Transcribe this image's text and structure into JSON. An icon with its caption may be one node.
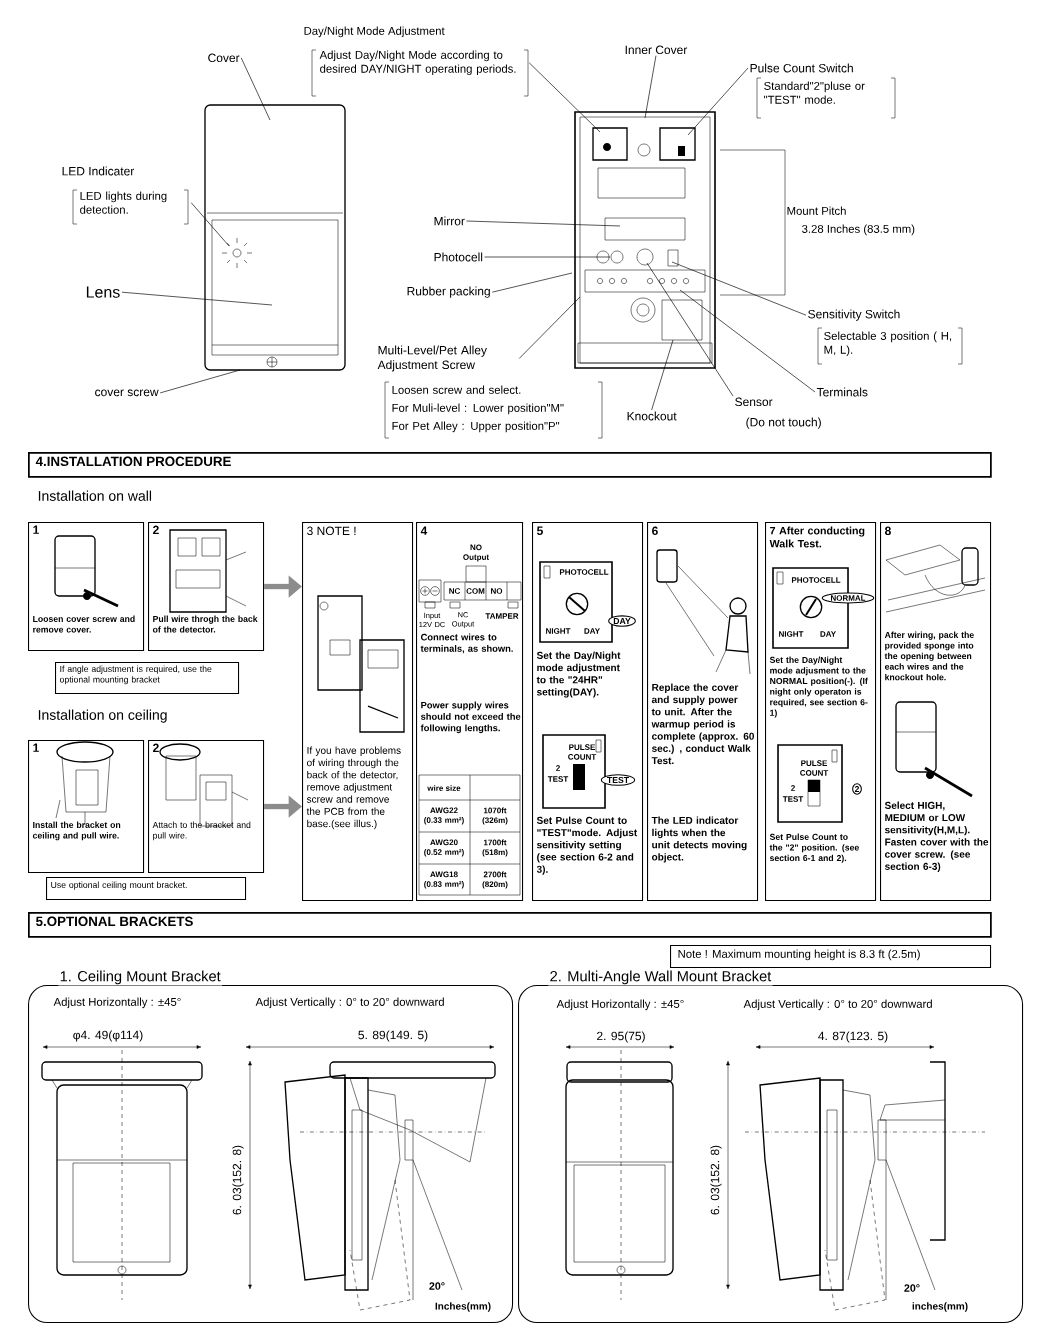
{
  "diagram": {
    "nodes": [
      {
        "text": [
          "Day/Night Mode Adjustment",
          "Adjust Day/Night Mode according to desired DAY/NIGHT operating periods."
        ]
      },
      {
        "text": [
          "Cover"
        ]
      },
      {
        "text": [
          "Inner Cover"
        ]
      },
      {
        "text": [
          "Pulse Count Switch",
          "Standard\"2\"pluse or \"TEST\" mode."
        ]
      },
      {
        "text": [
          "LED Indicater",
          "LED lights during detection."
        ]
      },
      {
        "text": [
          "Mirror"
        ]
      },
      {
        "text": [
          "Photocell"
        ]
      },
      {
        "text": [
          "Lens"
        ]
      },
      {
        "text": [
          "Rubber packing"
        ]
      },
      {
        "text": [
          "Sensitivity Switch",
          "Selectable 3 position ( H, M, L)."
        ]
      },
      {
        "text": [
          "Multi-Level/Pet Alley Adjustment Screw",
          "Loosen screw and select.",
          "For Muli-level : Lower position\"M\"",
          "For Pet Alley : Upper position\"P\""
        ]
      },
      {
        "text": [
          "Terminals"
        ]
      },
      {
        "text": [
          "cover screw"
        ]
      },
      {
        "text": [
          "Sensor",
          "(Do not touch)"
        ]
      },
      {
        "text": [
          "Knockout"
        ]
      },
      {
        "text": [
          "4.INSTALLATION PROCEDURE"
        ]
      },
      {
        "text": [
          "1",
          "Loosen cover screw and remove cover."
        ]
      },
      {
        "text": [
          "2",
          "Pull wire throgh the back of the detector."
        ]
      },
      {
        "text": [
          "If angle adjustment is required, use the optional mounting bracket"
        ]
      },
      {
        "text": [
          "1",
          "Install the bracket on ceiling and pull wire."
        ]
      },
      {
        "text": [
          "2",
          "Attach to the bracket and pull wire."
        ]
      },
      {
        "text": [
          "Use optional ceiling mount bracket."
        ]
      },
      {
        "text": [
          "3 NOTE !",
          "If you have problems of wiring through the back of the detector, remove adjustment screw and remove the PCB from the base.(see illus.)"
        ]
      },
      {
        "text": [
          "4",
          "Connect wires to terminals, as shown.",
          "Power supply wires should not exceed the following lengths."
        ]
      },
      {
        "text": [
          "5",
          "Set the Day/Night mode adjustment to the \"24HR\" setting(DAY).",
          "Set Pulse Count to \"TEST\"mode. Adjust sensitivity setting (see section 6-2 and 3)."
        ]
      },
      {
        "text": [
          "6",
          "Replace the cover and supply power to unit. After the warmup period is complete (approx. 60 sec.) , conduct Walk Test.",
          "The LED indicator lights when the unit detects moving object."
        ]
      },
      {
        "text": [
          "7 After conducting Walk Test.",
          "Set the Day/Night mode adjusment to the NORMAL position(-). (If night only operaton is required, see section 6-1)",
          "Set Pulse Count to the \"2\" position. (see section 6-1 and 2)."
        ]
      },
      {
        "text": [
          "8",
          "After wiring, pack the provided sponge into the opening between each wires and the knockout hole.",
          "Select HIGH, MEDIUM or LOW sensitivity(H,M,L). Fasten cover with the cover screw. (see section 6-3)"
        ]
      },
      {
        "text": [
          "5.OPTIONAL BRACKETS"
        ]
      },
      {
        "text": [
          "Note ! Maximum mounting height is 8.3 ft (2.5m)"
        ]
      },
      {
        "text": [
          "1. Ceiling Mount Bracket",
          "Adjust Horizontally : ±45°",
          "Adjust Vertically : 0° to 20° downward"
        ]
      },
      {
        "text": [
          "2. Multi-Angle Wall Mount Bracket",
          "Adjust Horizontally : ±45°",
          "Adjust Vertically : 0° to 20° downward"
        ]
      },
      {
        "text": [],
        "shape": "picture"
      },
      {
        "text": [],
        "shape": "picture"
      }
    ],
    "edges": [
      {
        "from": 0,
        "to": 33,
        "arrow": "none"
      },
      {
        "from": 1,
        "to": 32,
        "arrow": "none"
      },
      {
        "from": 2,
        "to": 33,
        "arrow": "none"
      },
      {
        "from": 3,
        "to": 33,
        "arrow": "none"
      },
      {
        "from": 4,
        "to": 32,
        "arrow": "none"
      },
      {
        "from": 5,
        "to": 33,
        "arrow": "none"
      },
      {
        "from": 6,
        "to": 33,
        "arrow": "none"
      },
      {
        "from": 7,
        "to": 32,
        "arrow": "none"
      },
      {
        "from": 8,
        "to": 33,
        "arrow": "none"
      },
      {
        "from": 9,
        "to": 33,
        "arrow": "none"
      },
      {
        "from": 10,
        "to": 33,
        "arrow": "none"
      },
      {
        "from": 11,
        "to": 33,
        "arrow": "none"
      },
      {
        "from": 12,
        "to": 32,
        "arrow": "none"
      },
      {
        "from": 13,
        "to": 33,
        "arrow": "none"
      },
      {
        "from": 14,
        "to": 33,
        "arrow": "none"
      },
      {
        "from": 17,
        "to": 22,
        "arrow": "to",
        "style": "thick",
        "color": "#8c8c8c"
      },
      {
        "from": 20,
        "to": 22,
        "arrow": "to",
        "style": "thick",
        "color": "#8c8c8c"
      }
    ],
    "labels": [
      "Mount Pitch",
      "3.28 Inches (83.5 mm)",
      "Installation on wall",
      "Installation on ceiling",
      "NO Output",
      "NC",
      "COM",
      "NO",
      "Input 12V DC",
      "NC Output",
      "TAMPER",
      "wire size",
      "AWG22 (0.33 mm²)",
      "1070ft (326m)",
      "AWG20 (0.52 mm²)",
      "1700ft (518m)",
      "AWG18 (0.83 mm²)",
      "2700ft (820m)",
      "PHOTOCELL",
      "NIGHT",
      "DAY",
      "DAY",
      "PULSE COUNT",
      "2",
      "TEST",
      "TEST",
      "PHOTOCELL",
      "NORMAL",
      "NIGHT",
      "DAY",
      "PULSE COUNT",
      "2",
      "TEST",
      "2",
      "φ4. 49(φ114)",
      "5. 89(149. 5)",
      "6. 03(152. 8)",
      "20°",
      "Inches(mm)",
      "2. 95(75)",
      "4. 87(123. 5)",
      "6. 03(152. 8)",
      "20°",
      "inches(mm)"
    ]
  }
}
